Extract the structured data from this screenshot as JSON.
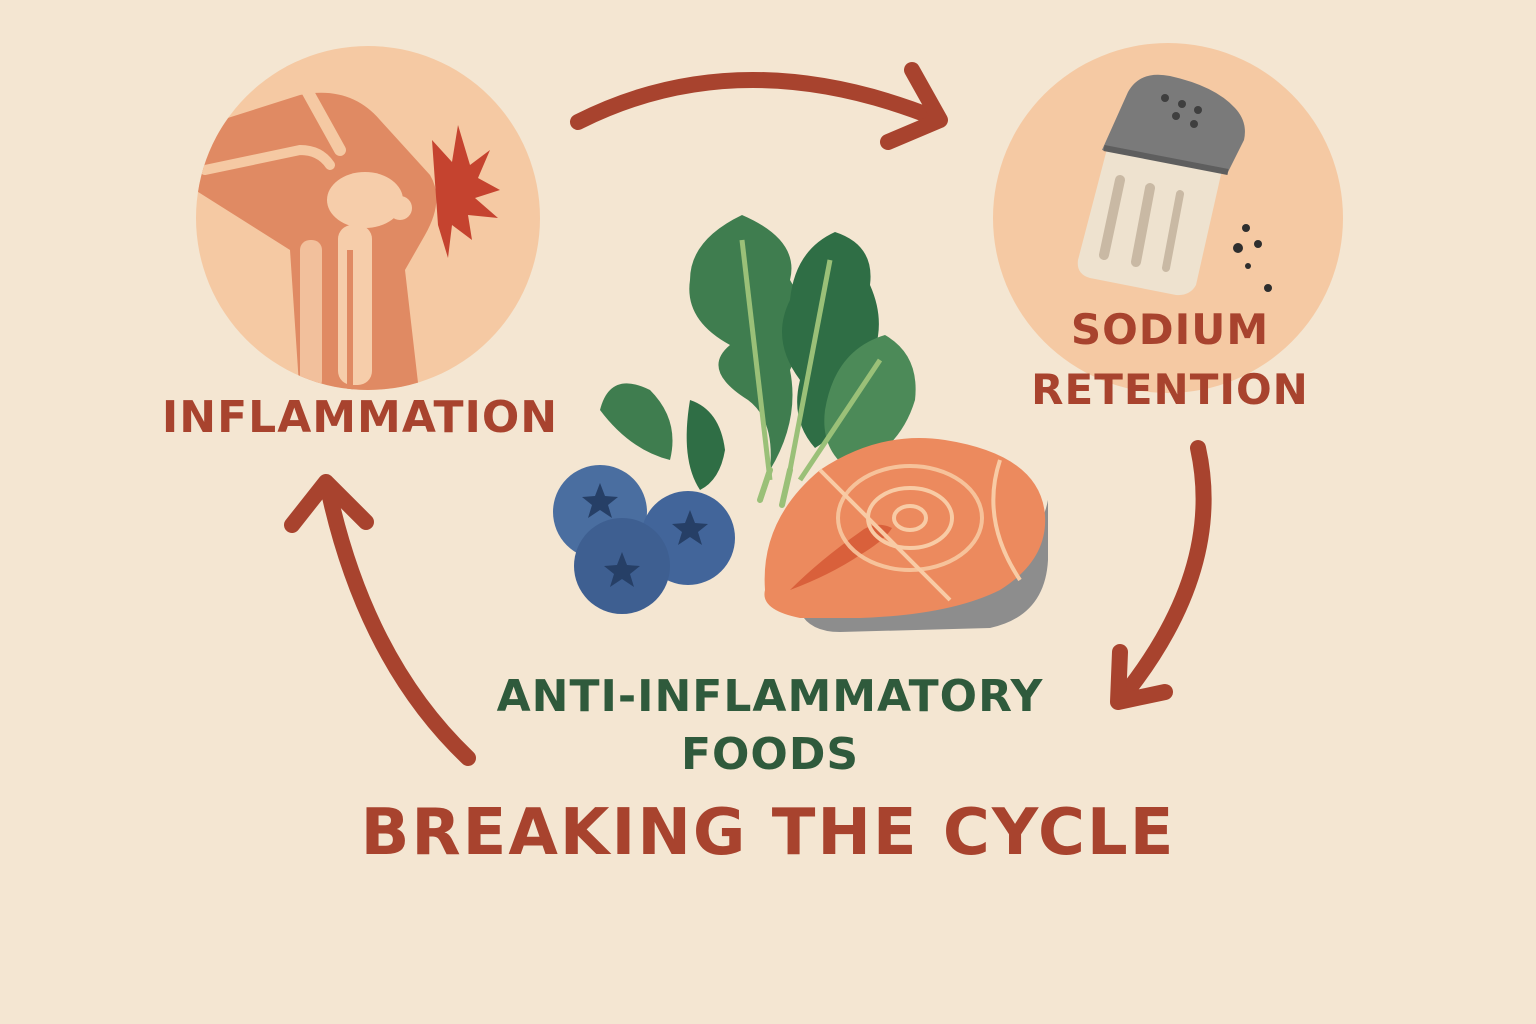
{
  "nodes": {
    "inflammation": {
      "label": "INFLAMMATION",
      "icon": "knee-joint-pain-icon"
    },
    "sodium": {
      "line1": "SODIUM",
      "line2": "RETENTION",
      "icon": "salt-shaker-icon"
    },
    "foods": {
      "line1": "ANTI-INFLAMMATORY",
      "line2": "FOODS",
      "icons": [
        "leafy-greens-icon",
        "blueberries-icon",
        "salmon-steak-icon"
      ]
    }
  },
  "title": "BREAKING THE CYCLE",
  "colors": {
    "background": "#f4e6d2",
    "circle": "#f5c9a3",
    "arrow": "#a8432e",
    "label_red": "#a8432e",
    "label_green": "#2f5a3c",
    "knee": "#e08a63",
    "salmon": "#ec8a5e",
    "blueberry": "#4a6ea0",
    "leaf": "#3f7d4f"
  }
}
